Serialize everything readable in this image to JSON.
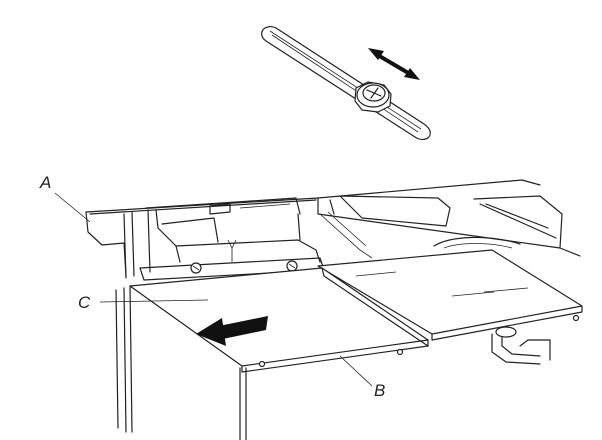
{
  "labels": {
    "a": "A",
    "b": "B",
    "c": "C"
  },
  "colors": {
    "line": "#222222",
    "shade": "#e9e9e9",
    "background": "#ffffff"
  },
  "icons": {
    "slider": "adjustment-slider-with-screw-icon",
    "double_arrow": "double-headed-arrow-icon",
    "direction_arrow": "slide-direction-arrow-icon"
  }
}
